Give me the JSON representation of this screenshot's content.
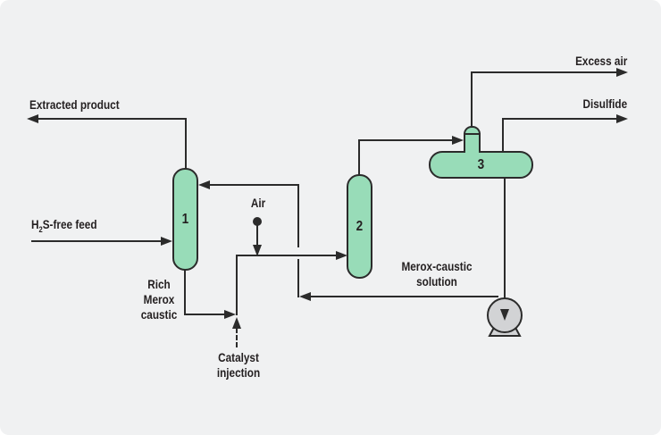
{
  "diagram": {
    "type": "process-flow-diagram",
    "labels": {
      "extracted_product": "Extracted product",
      "feed_h": "H",
      "feed_sub": "2",
      "feed_rest": "S-free feed",
      "rich_merox_caustic": "Rich\nMerox\ncaustic",
      "air": "Air",
      "catalyst_injection": "Catalyst\ninjection",
      "merox_caustic_solution": "Merox-caustic\nsolution",
      "excess_air": "Excess air",
      "disulfide": "Disulfide"
    },
    "vessels": [
      {
        "id": "vessel-1",
        "number": "1",
        "kind": "extractor-column"
      },
      {
        "id": "vessel-2",
        "number": "2",
        "kind": "oxidizer-column"
      },
      {
        "id": "vessel-3",
        "number": "3",
        "kind": "disulfide-separator-drum"
      }
    ],
    "equipment": {
      "pump": "caustic-circulation-pump"
    },
    "colors": {
      "background": "#f0f1f2",
      "vessel_fill": "#98dcb8",
      "outline": "#2b2b2b",
      "text": "#231f20",
      "pump_fill": "#d2d3d5"
    }
  }
}
